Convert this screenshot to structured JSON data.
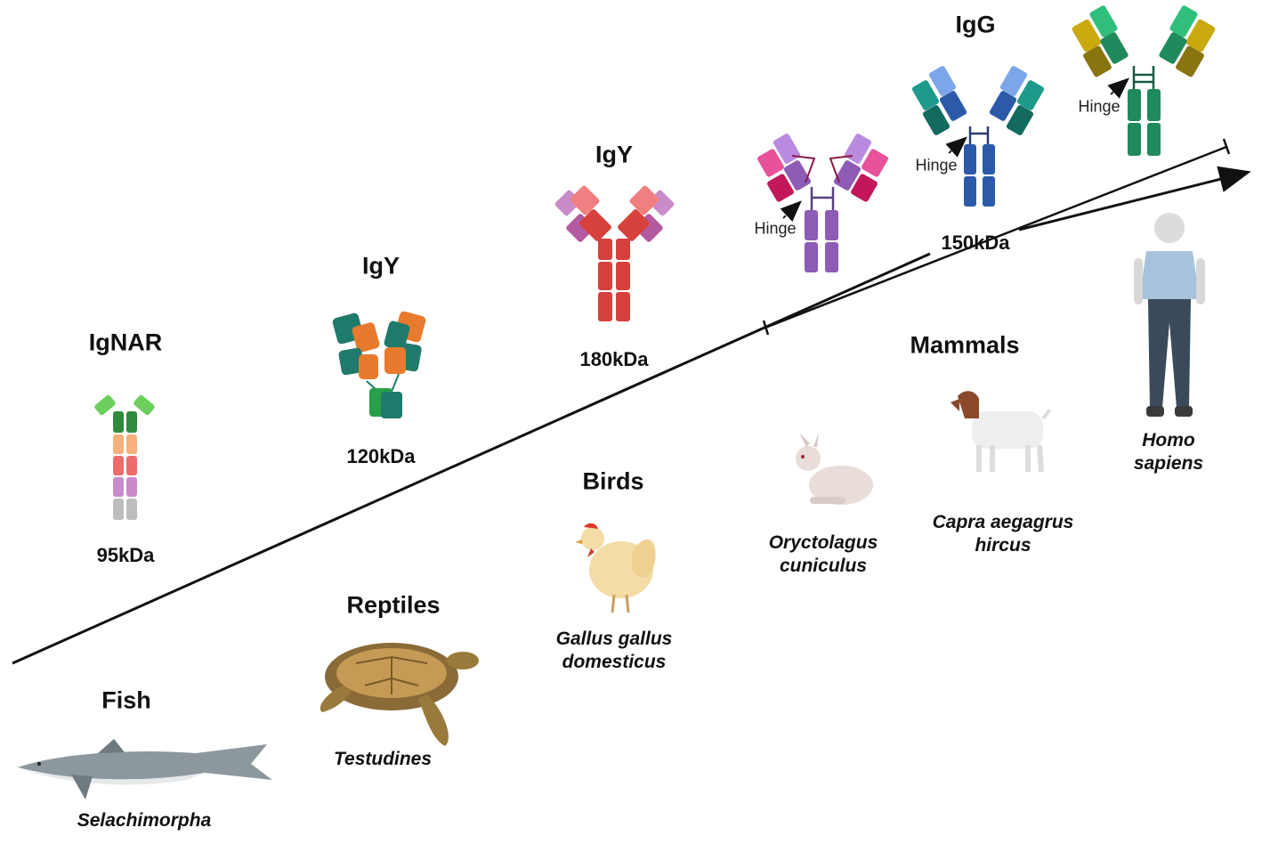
{
  "antibodies": [
    {
      "name": "IgNAR",
      "mass": "95kDa"
    },
    {
      "name": "IgY",
      "mass": "120kDa"
    },
    {
      "name": "IgY",
      "mass": "180kDa"
    },
    {
      "name": "IgG",
      "mass": "150kDa"
    }
  ],
  "hinge_label": "Hinge",
  "groups": {
    "fish": "Fish",
    "reptiles": "Reptiles",
    "birds": "Birds",
    "mammals": "Mammals"
  },
  "species": {
    "fish": "Selachimorpha",
    "reptiles": "Testudines",
    "birds": [
      "Gallus gallus",
      "domesticus"
    ],
    "rabbit": [
      "Oryctolagus",
      "cuniculus"
    ],
    "goat": [
      "Capra aegagrus",
      "hircus"
    ],
    "human": [
      "Homo",
      "sapiens"
    ]
  },
  "colors": {
    "ignar": [
      "#6ccf5c",
      "#2e8b3e",
      "#f7b07a",
      "#ef6b6b",
      "#c98bc9",
      "#bdbdbd"
    ],
    "igy_reptile": [
      "#e87a2e",
      "#1f7a6c",
      "#27a04a"
    ],
    "igy_bird": [
      "#d7413d",
      "#f08080",
      "#b45aa0"
    ],
    "igg_purple": [
      "#8e5bb5",
      "#e8529a",
      "#b88be0"
    ],
    "igg_blue": [
      "#2c5aa8",
      "#1f9a8a",
      "#7da6ea"
    ],
    "igg_green": [
      "#1f8a5c",
      "#c9a90e",
      "#2fbf7a"
    ],
    "axis": "#111111"
  }
}
